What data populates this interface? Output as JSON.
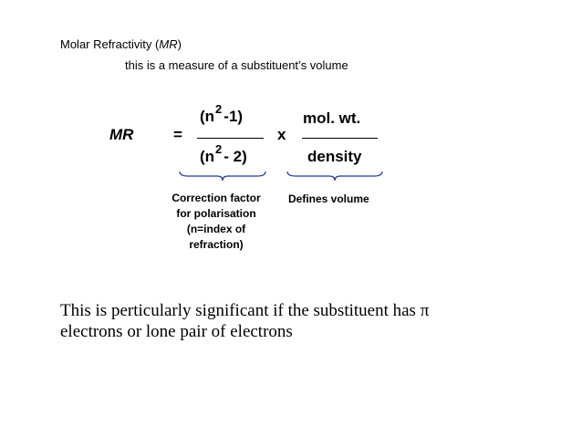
{
  "heading": {
    "title_prefix": "Molar Refractivity (",
    "title_abbr": "MR",
    "title_suffix": ")",
    "subtitle": "this is a  measure of a substituent’s volume"
  },
  "equation": {
    "lhs": "MR",
    "equals": "=",
    "numerator_base": "(n",
    "numerator_exp": "2",
    "numerator_rest": "-1)",
    "denominator_base": "(n",
    "denominator_exp": "2",
    "denominator_rest": "- 2)",
    "times": "x",
    "second_numerator": "mol. wt.",
    "second_denominator": "density"
  },
  "annotations": {
    "correction_lines": [
      "Correction factor",
      "for polarisation",
      "(n=index of",
      "refraction)"
    ],
    "defines": "Defines volume"
  },
  "note": {
    "line1": "This is perticularly significant  if the substituent has π",
    "line2": "electrons or lone pair of electrons"
  }
}
